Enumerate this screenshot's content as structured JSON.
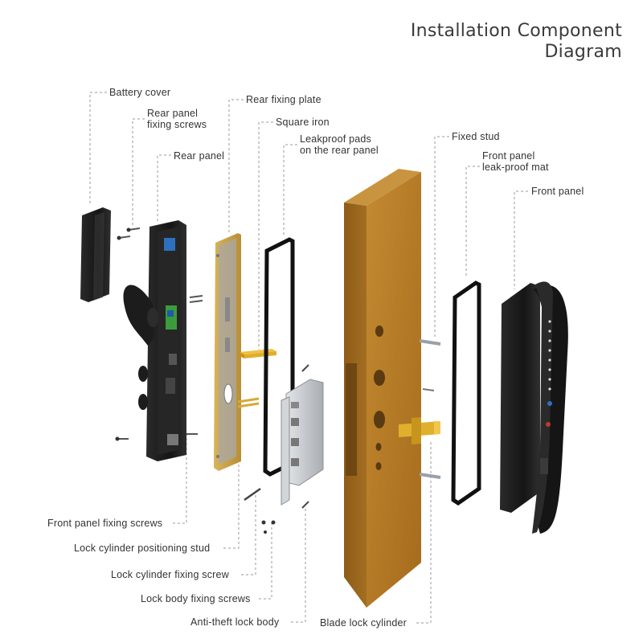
{
  "title": {
    "line1": "Installation Component",
    "line2": "Diagram"
  },
  "labels": {
    "battery_cover": "Battery cover",
    "rear_panel_screws_1": "Rear panel",
    "rear_panel_screws_2": "fixing screws",
    "rear_panel": "Rear panel",
    "rear_fixing_plate": "Rear fixing plate",
    "square_iron": "Square iron",
    "leakproof_pads_1": "Leakproof pads",
    "leakproof_pads_2": "on the rear panel",
    "fixed_stud": "Fixed stud",
    "front_mat_1": "Front panel",
    "front_mat_2": "leak-proof mat",
    "front_panel": "Front panel",
    "front_panel_screws": "Front panel fixing screws",
    "cylinder_stud": "Lock cylinder positioning stud",
    "cylinder_screw": "Lock cylinder fixing screw",
    "body_screws": "Lock body fixing screws",
    "lock_body": "Anti-theft lock body",
    "blade_cylinder": "Blade lock cylinder"
  },
  "colors": {
    "door_wood": "#b9802a",
    "door_wood_dark": "#8a5a18",
    "panel_black": "#1e1e1e",
    "plate_gold": "#c9a24a",
    "brass": "#e0a820",
    "steel": "#c8ccd0",
    "leader": "#9a9a9a",
    "text": "#333333"
  }
}
